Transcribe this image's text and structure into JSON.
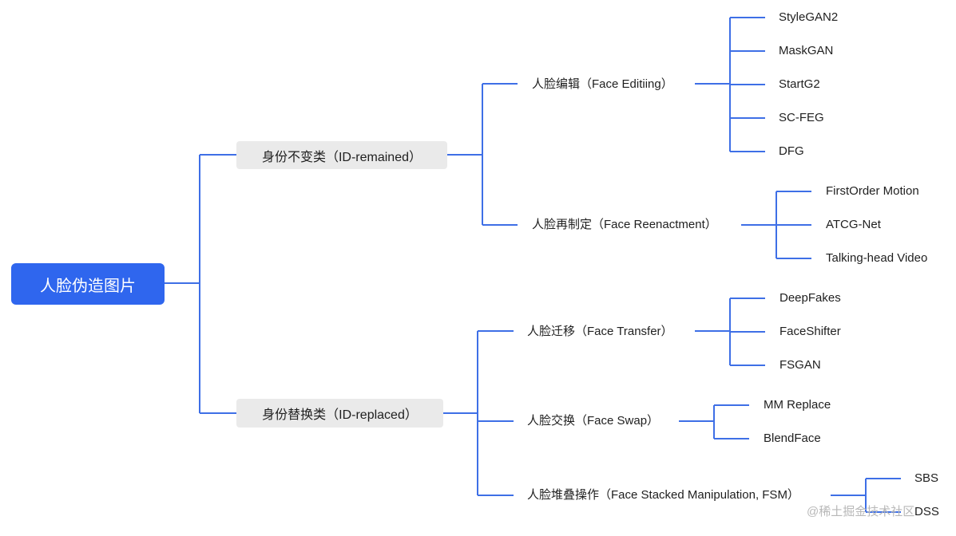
{
  "root": "人脸伪造图片",
  "branches": {
    "id_remained": {
      "label": "身份不变类（ID-remained）",
      "editing": {
        "label": "人脸编辑（Face Editiing）",
        "items": [
          "StyleGAN2",
          "MaskGAN",
          "StartG2",
          "SC-FEG",
          "DFG"
        ]
      },
      "reenactment": {
        "label": "人脸再制定（Face Reenactment）",
        "items": [
          "FirstOrder Motion",
          "ATCG-Net",
          "Talking-head Video"
        ]
      }
    },
    "id_replaced": {
      "label": "身份替换类（ID-replaced）",
      "transfer": {
        "label": "人脸迁移（Face Transfer）",
        "items": [
          "DeepFakes",
          "FaceShifter",
          "FSGAN"
        ]
      },
      "swap": {
        "label": "人脸交换（Face Swap）",
        "items": [
          "MM Replace",
          "BlendFace"
        ]
      },
      "stacked": {
        "label": "人脸堆叠操作（Face Stacked Manipulation, FSM）",
        "items": [
          "SBS",
          "DSS"
        ]
      }
    }
  },
  "watermark": "@稀土掘金技术社区",
  "colors": {
    "accent": "#2f66ee",
    "edge": "#3e6fe6",
    "node_bg": "#eaeaea"
  }
}
